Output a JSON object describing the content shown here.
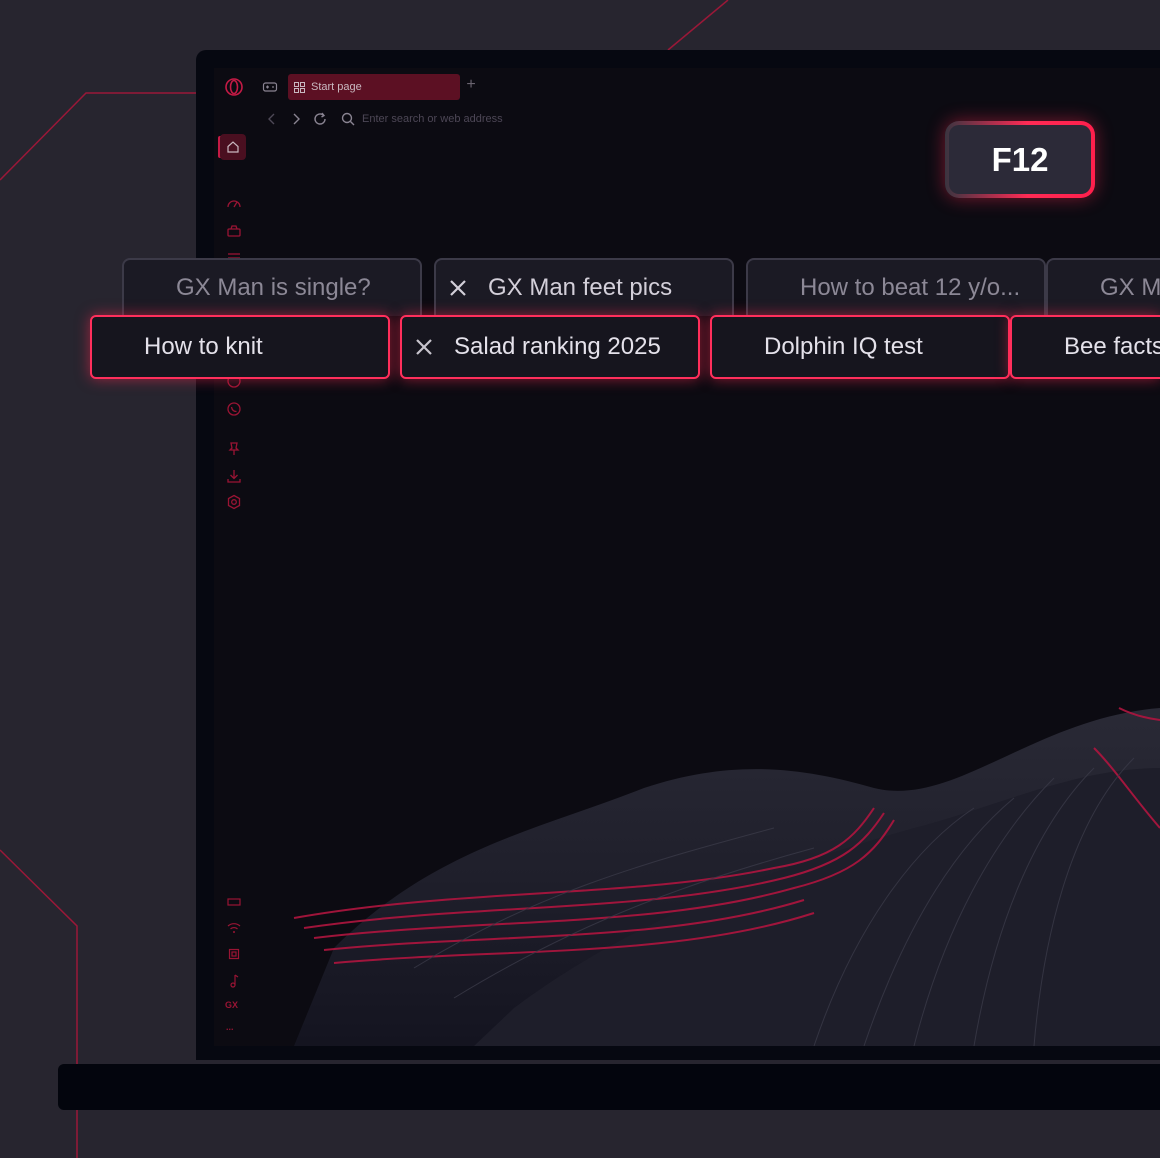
{
  "browser": {
    "tab": {
      "label": "Start page"
    },
    "address_bar": {
      "placeholder": "Enter search or web address"
    },
    "sidebar": {
      "gx_label": "GX",
      "more_label": "..."
    }
  },
  "key_hint": {
    "label": "F12"
  },
  "tab_chips": {
    "back_row": [
      {
        "label": "GX Man is single?"
      },
      {
        "label": "GX Man feet pics"
      },
      {
        "label": "How to beat 12 y/o..."
      },
      {
        "label": "GX M"
      }
    ],
    "front_row": [
      {
        "label": "How to knit"
      },
      {
        "label": "Salad ranking 2025"
      },
      {
        "label": "Dolphin IQ test"
      },
      {
        "label": "Bee facts"
      }
    ]
  },
  "colors": {
    "accent": "#ff2f5c",
    "background": "#27252f",
    "screen": "#060811"
  }
}
